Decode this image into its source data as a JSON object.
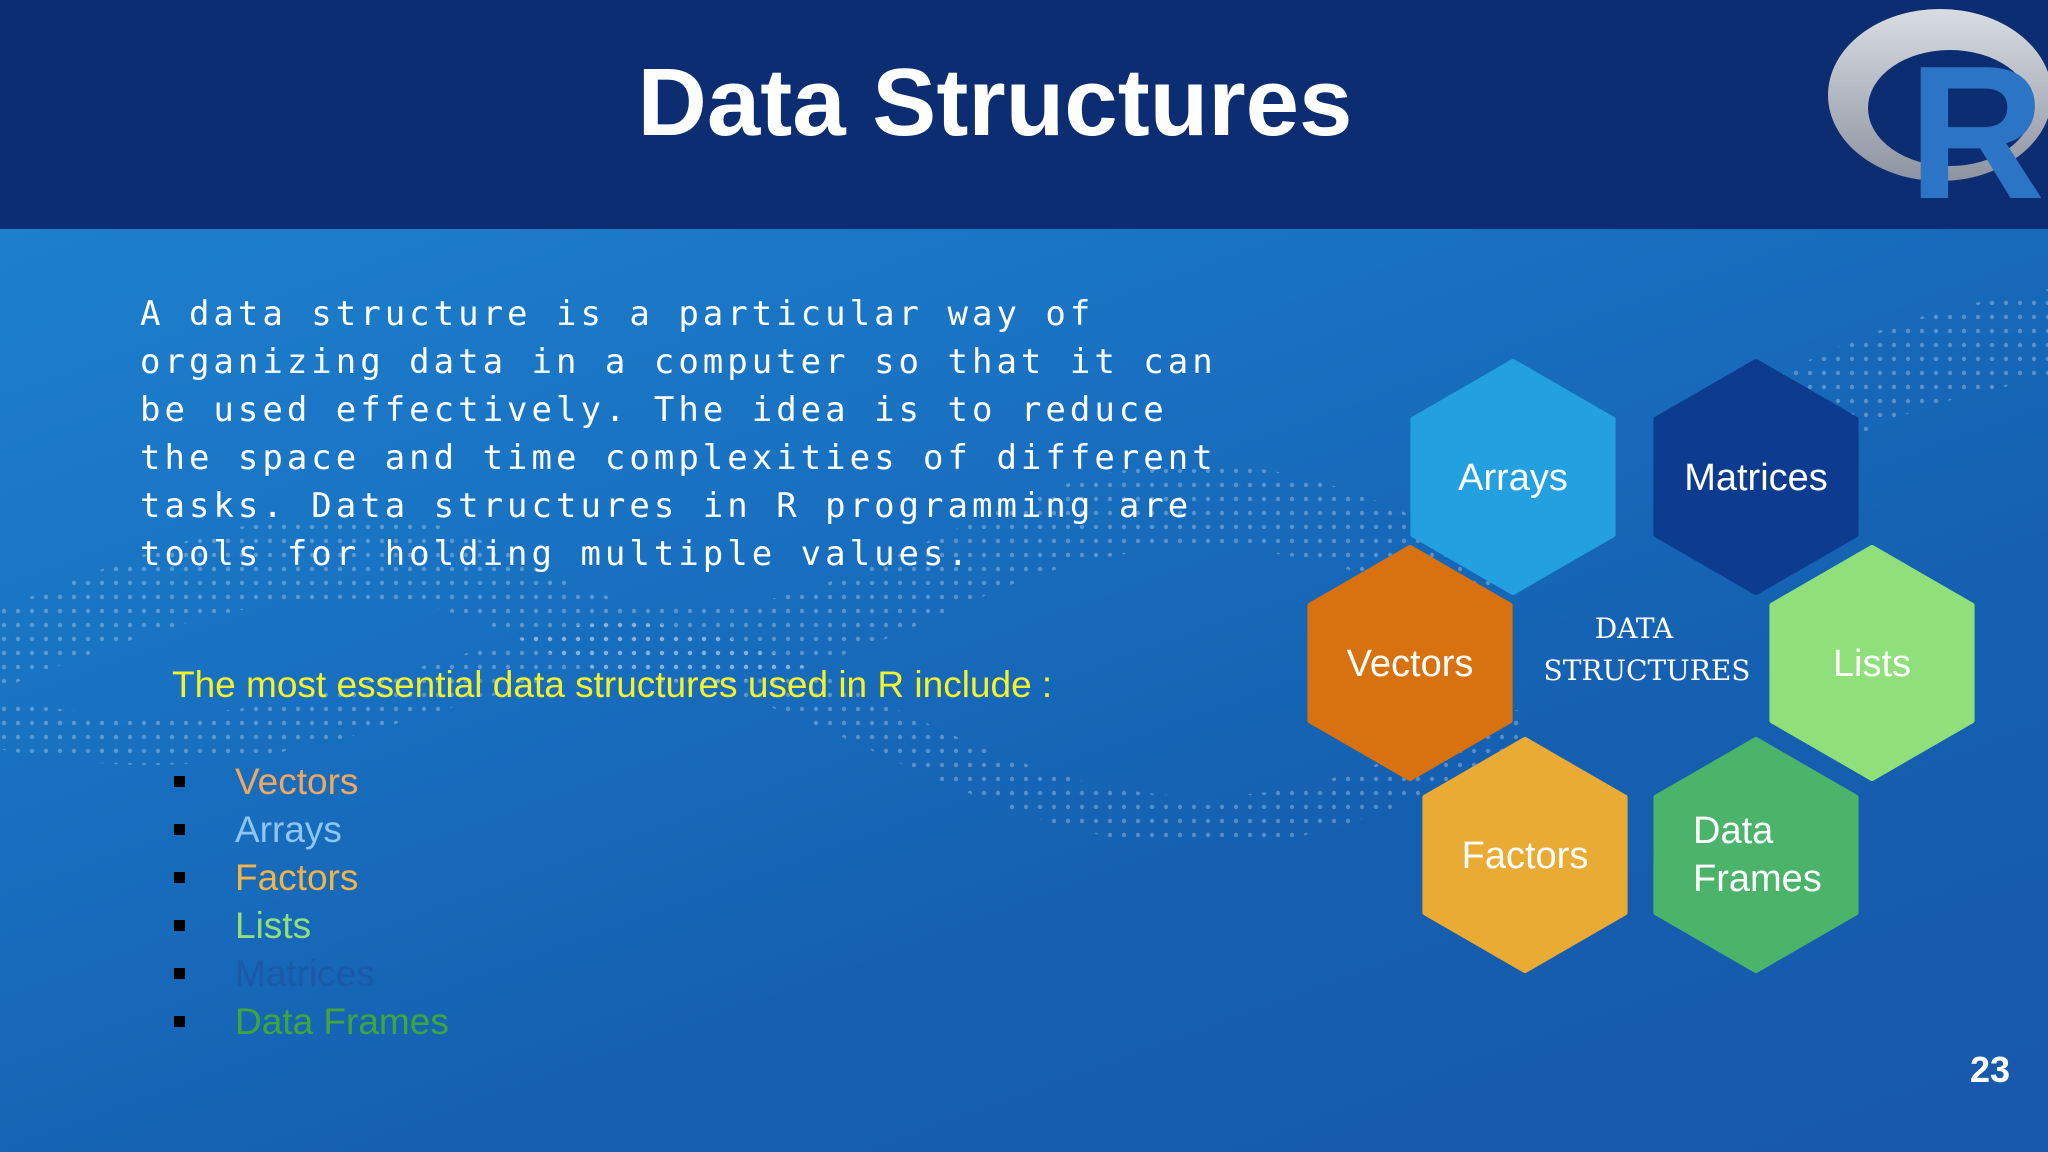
{
  "slide": {
    "title": "Data Structures",
    "page_number": "23",
    "logo": {
      "icon": "r-logo-icon",
      "text": "R"
    },
    "intro_text": "A data structure is a particular way of\norganizing data in a computer so that it can\nbe used effectively. The idea is to reduce\nthe space and time complexities of different\ntasks. Data structures in R programming are\ntools for holding multiple values.",
    "lead_text": "The most essential data structures used in R include :",
    "list_items": [
      {
        "label": "Vectors",
        "color": "#f0a860"
      },
      {
        "label": "Arrays",
        "color": "#8cc6f5"
      },
      {
        "label": "Factors",
        "color": "#f2b446"
      },
      {
        "label": "Lists",
        "color": "#8fe07a"
      },
      {
        "label": "Matrices",
        "color": "#1b5aa8"
      },
      {
        "label": "Data Frames",
        "color": "#3fa63c"
      }
    ],
    "diagram": {
      "center_label_line1": "DATA",
      "center_label_line2": "STRUCTURES",
      "hexagons": [
        {
          "label": "Arrays",
          "color": "#22a0df"
        },
        {
          "label": "Matrices",
          "color": "#0d3b8f"
        },
        {
          "label": "Vectors",
          "color": "#d8710f"
        },
        {
          "label": "Lists",
          "color": "#8fe07a"
        },
        {
          "label": "Factors",
          "color": "#e9ab33"
        },
        {
          "label": "Data",
          "label2": "Frames",
          "color": "#4cb36b"
        }
      ]
    }
  }
}
